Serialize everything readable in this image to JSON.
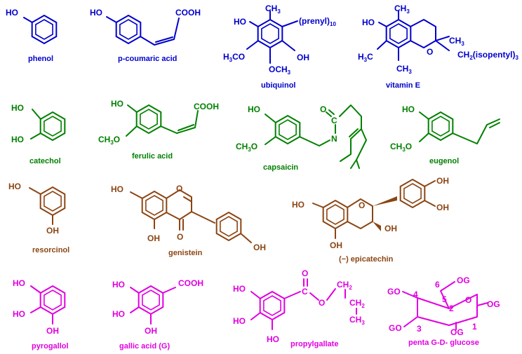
{
  "colors": {
    "phenol_group": "#0000cc",
    "catechol_group": "#008000",
    "resorcinol_group": "#8b4513",
    "pyrogallol_group": "#e000e0"
  },
  "captions": {
    "phenol": "phenol",
    "coumaric": "p-coumaric acid",
    "ubiquinol": "ubiquinol",
    "vitamin_e": "vitamin E",
    "catechol": "catechol",
    "ferulic": "ferulic acid",
    "capsaicin": "capsaicin",
    "eugenol": "eugenol",
    "resorcinol": "resorcinol",
    "genistein": "genistein",
    "epicatechin": "(−) epicatechin",
    "pyrogallol": "pyrogallol",
    "gallic": "gallic acid (G)",
    "propylgallate": "propylgallate",
    "glucose": "penta G-D- glucose"
  },
  "labels": {
    "ho": "HO",
    "oh": "OH",
    "cooh": "COOH",
    "ch3": "CH",
    "three": "3",
    "o": "O",
    "c": "C",
    "n": "N",
    "h": "H",
    "prenyl": "(prenyl)",
    "prenyl_n": "10",
    "ch2_isopentyl": "CH",
    "two": "2",
    "isopentyl": "(isopentyl)",
    "gly_go": "GO",
    "gly_og": "OG",
    "n1": "1",
    "n2": "2",
    "n3": "3",
    "n4": "4",
    "n5": "5",
    "n6": "6"
  }
}
